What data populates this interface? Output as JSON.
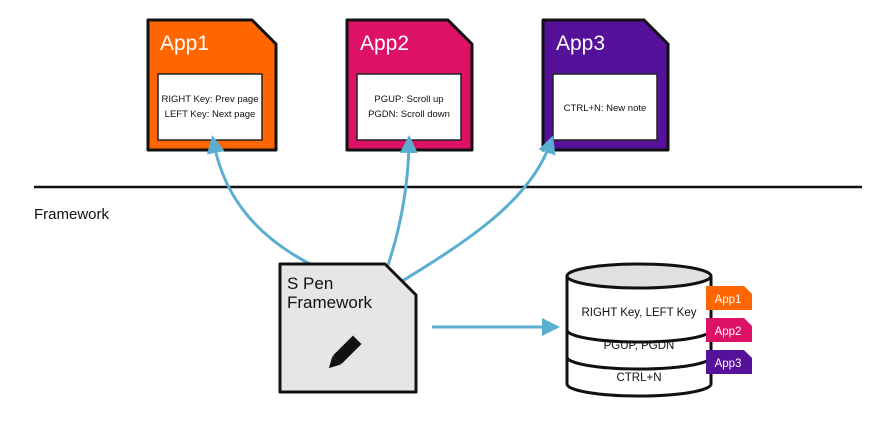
{
  "colors": {
    "app1": "#ff6600",
    "app2": "#dd1166",
    "app3": "#551199",
    "arrow": "#5aaed0",
    "framework_box": "#e6e6e6"
  },
  "apps": [
    {
      "name": "App1",
      "lines": [
        "RIGHT Key: Prev page",
        "LEFT Key: Next page"
      ]
    },
    {
      "name": "App2",
      "lines": [
        "PGUP: Scroll up",
        "PGDN: Scroll down"
      ]
    },
    {
      "name": "App3",
      "lines": [
        "CTRL+N: New note"
      ]
    }
  ],
  "framework_label": "Framework",
  "spen": {
    "line1": "S Pen",
    "line2": "Framework",
    "icon": "pen-icon"
  },
  "database": {
    "rows": [
      "RIGHT Key, LEFT Key",
      "PGUP, PGDN",
      "CTRL+N"
    ],
    "tags": [
      "App1",
      "App2",
      "App3"
    ]
  }
}
